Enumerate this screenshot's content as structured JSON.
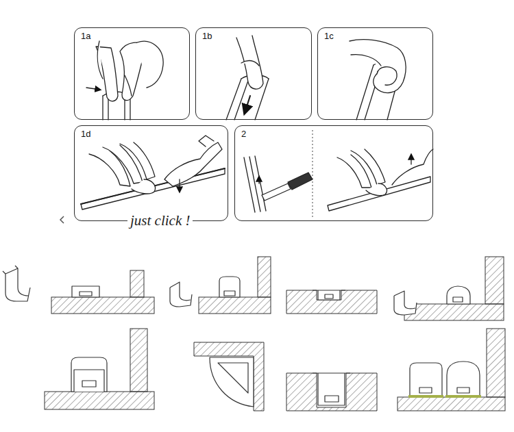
{
  "diagram": {
    "nodes": [
      {
        "text": [
          "1a"
        ]
      },
      {
        "text": [
          "1b"
        ]
      },
      {
        "text": [
          "1c"
        ]
      },
      {
        "text": [
          "1d"
        ]
      },
      {
        "text": [
          "2"
        ]
      }
    ],
    "labels": [
      "just click !"
    ]
  }
}
